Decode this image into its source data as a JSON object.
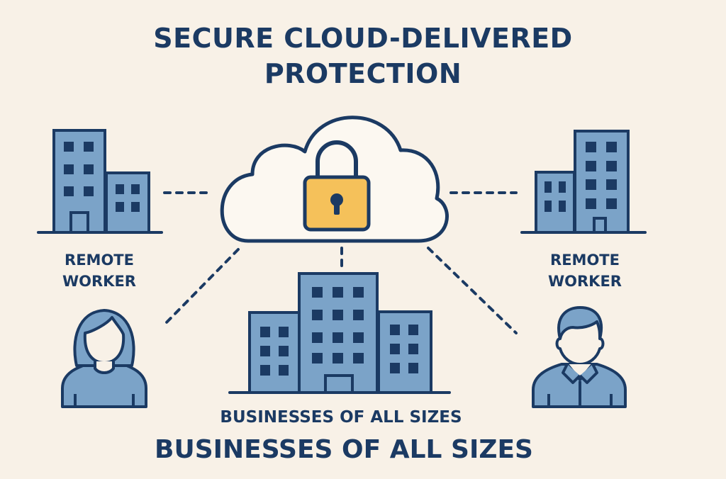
{
  "title": {
    "line1": "SECURE CLOUD-DELIVERED",
    "line2": "PROTECTION"
  },
  "nodes": {
    "left": {
      "label_line1": "REMOTE",
      "label_line2": "WORKER",
      "building": "office-building-icon",
      "person": "female-user-icon"
    },
    "right": {
      "label_line1": "REMOTE",
      "label_line2": "WORKER",
      "building": "office-building-icon",
      "person": "male-user-icon"
    },
    "center": {
      "icon": "cloud-lock-icon"
    },
    "bottom": {
      "icon": "office-complex-icon"
    }
  },
  "captions": {
    "small": "BUSINESSES OF ALL SIZES",
    "large": "BUSINESSES OF ALL SIZES"
  },
  "colors": {
    "background": "#f8f1e7",
    "navy": "#1b3a63",
    "building_fill": "#7ba3c8",
    "lock_fill": "#f5c15a",
    "cloud_fill": "#fcf8f1"
  }
}
